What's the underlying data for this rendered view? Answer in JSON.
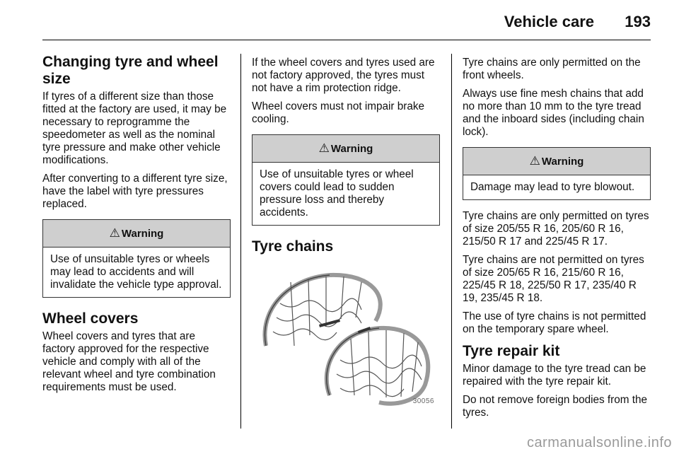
{
  "header": {
    "section": "Vehicle care",
    "page_number": "193"
  },
  "col1": {
    "heading_tyre_size": "Changing tyre and wheel size",
    "para1": "If tyres of a different size than those fitted at the factory are used, it may be necessary to reprogramme the speedometer as well as the nominal tyre pressure and make other vehicle modifications.",
    "para2": "After converting to a different tyre size, have the label with tyre pressures replaced.",
    "warning1": {
      "title": "Warning",
      "text": "Use of unsuitable tyres or wheels may lead to accidents and will invalidate the vehicle type approval."
    },
    "heading_wheel_covers": "Wheel covers",
    "para3": "Wheel covers and tyres that are factory approved for the respective vehicle and comply with all of the relevant wheel and tyre combination requirements must be used."
  },
  "col2": {
    "para1": "If the wheel covers and tyres used are not factory approved, the tyres must not have a rim protection ridge.",
    "para2": "Wheel covers must not impair brake cooling.",
    "warning2": {
      "title": "Warning",
      "text": "Use of unsuitable tyres or wheel covers could lead to sudden pressure loss and thereby accidents."
    },
    "heading_tyre_chains": "Tyre chains",
    "figure_number": "30056"
  },
  "col3": {
    "para1": "Tyre chains are only permitted on the front wheels.",
    "para2": "Always use fine mesh chains that add no more than 10 mm to the tyre tread and the inboard sides (including chain lock).",
    "warning3": {
      "title": "Warning",
      "text": "Damage may lead to tyre blowout."
    },
    "para3": "Tyre chains are only permitted on tyres of size 205/55 R 16, 205/60 R 16, 215/50 R 17 and 225/45 R 17.",
    "para4": "Tyre chains are not permitted on tyres of size 205/65 R 16, 215/60 R 16, 225/45 R 18, 225/50 R 17, 235/40 R 19, 235/45 R 18.",
    "para5": "The use of tyre chains is not permitted on the temporary spare wheel.",
    "heading_repair_kit": "Tyre repair kit",
    "para6": "Minor damage to the tyre tread can be repaired with the tyre repair kit.",
    "para7": "Do not remove foreign bodies from the tyres."
  },
  "watermark": "carmanualsonline.info"
}
